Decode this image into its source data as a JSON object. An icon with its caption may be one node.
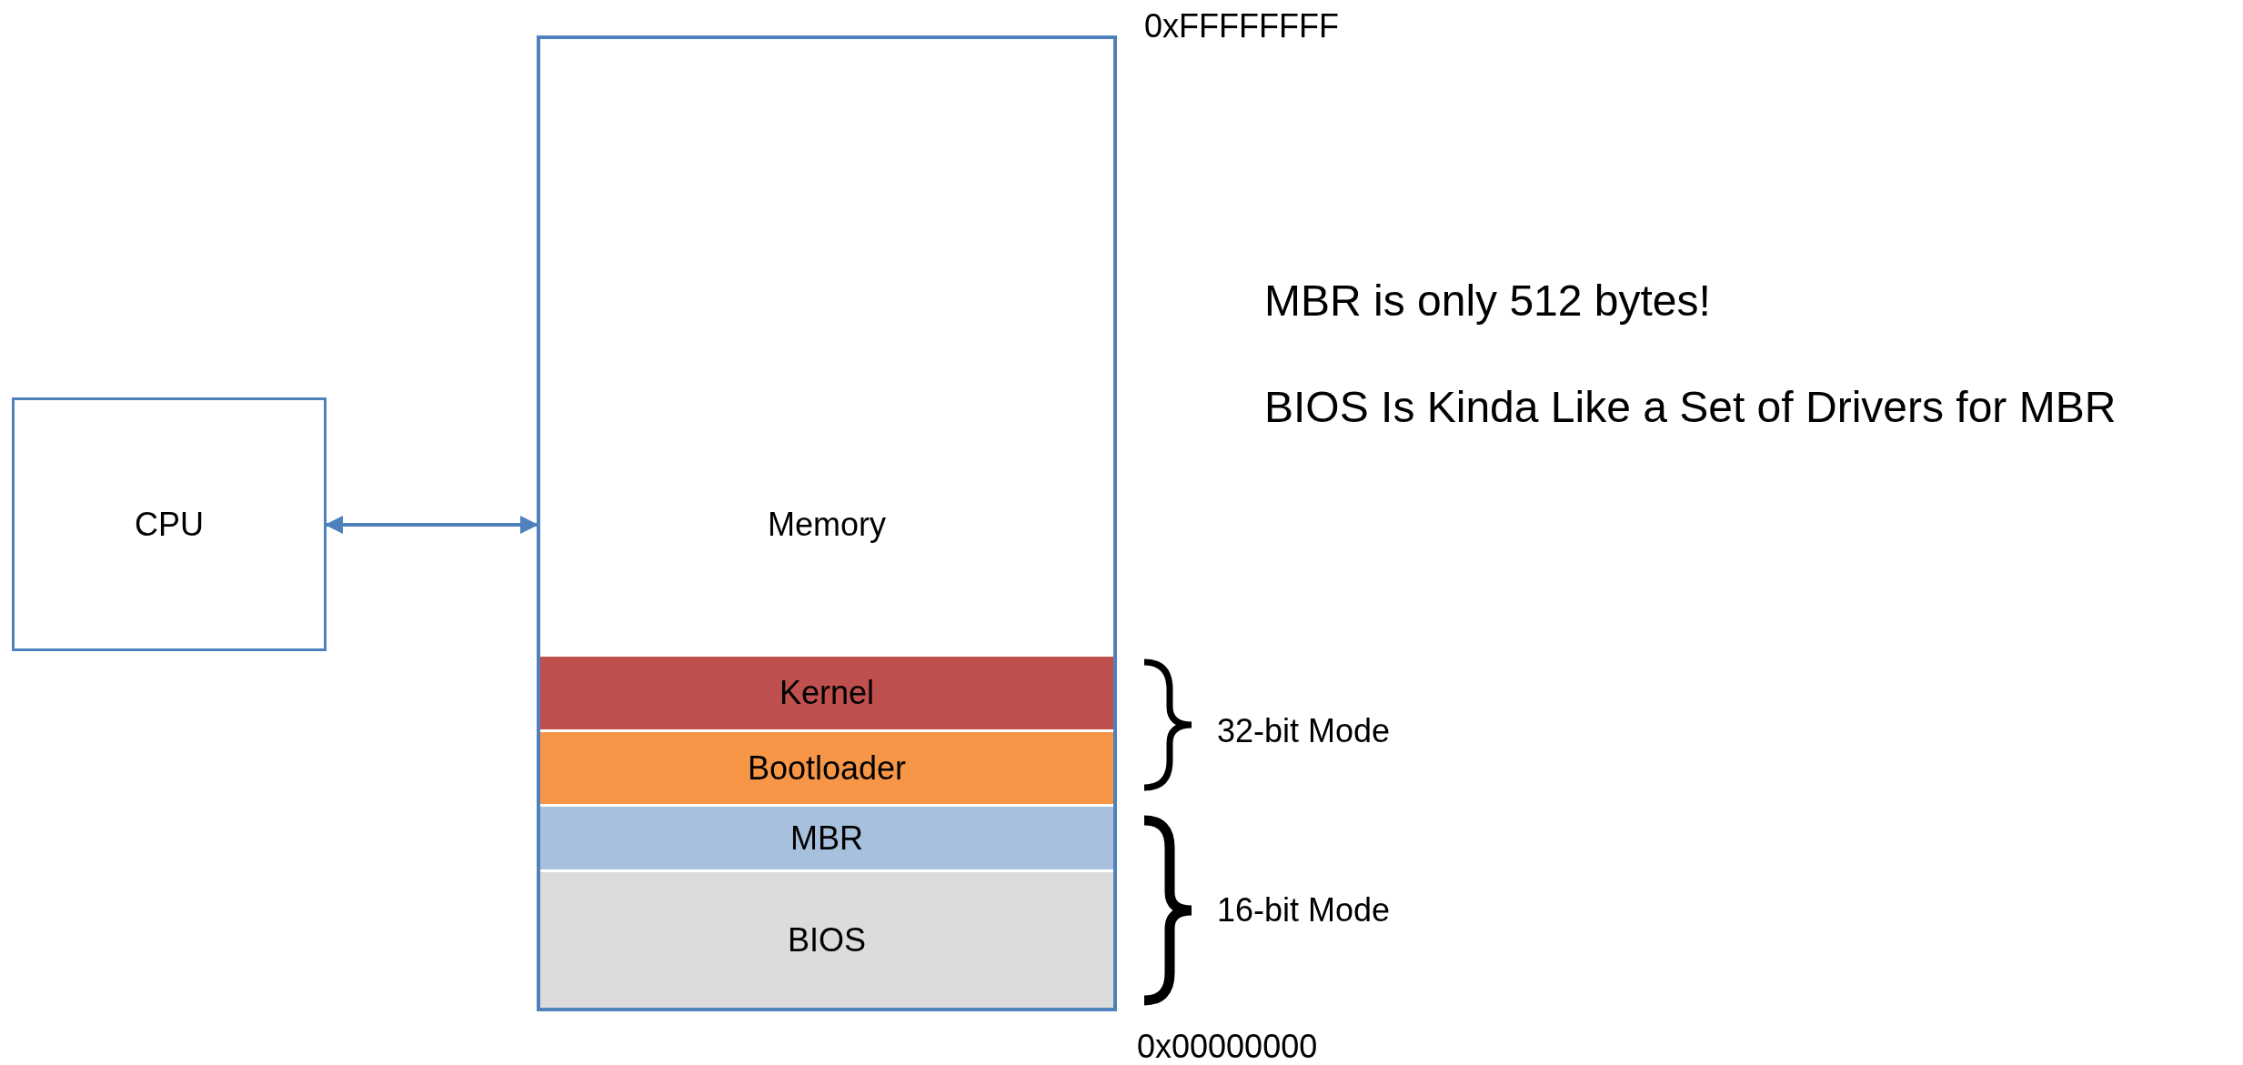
{
  "diagram": {
    "nodes": [
      {
        "text": [
          "CPU"
        ]
      },
      {
        "text": [
          "Memory"
        ]
      },
      {
        "text": [
          "Kernel"
        ],
        "in": 1
      },
      {
        "text": [
          "Bootloader"
        ],
        "in": 1
      },
      {
        "text": [
          "MBR"
        ],
        "in": 1
      },
      {
        "text": [
          "BIOS"
        ],
        "in": 1
      }
    ],
    "edges": [
      {
        "from": 0,
        "to": 1,
        "arrow": "both"
      }
    ],
    "labels": [
      "0xFFFFFFFF",
      "MBR is only 512 bytes!",
      "BIOS Is Kinda Like a Set of Drivers for MBR",
      "32-bit Mode",
      "16-bit Mode",
      "0x00000000"
    ]
  }
}
